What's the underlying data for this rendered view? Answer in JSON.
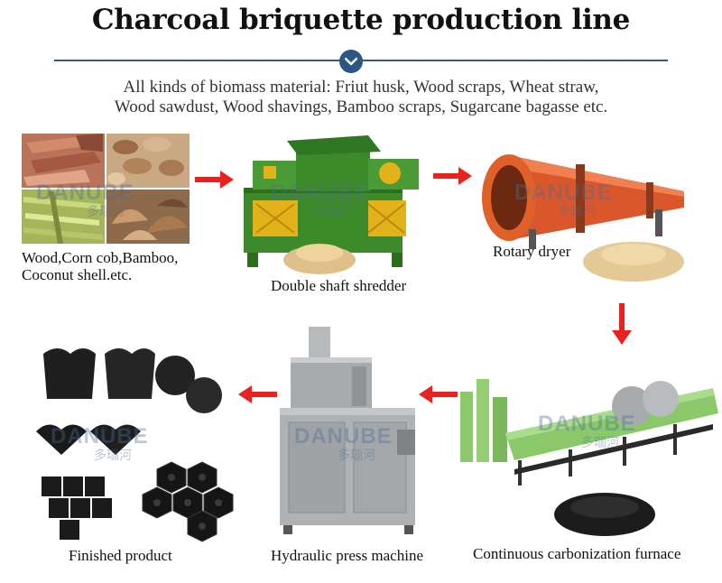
{
  "title": "Charcoal briquette production line",
  "subtitle": {
    "line1": "All kinds of biomass material: Friut husk, Wood scraps, Wheat straw,",
    "line2": "Wood sawdust, Wood shavings, Bamboo scraps, Sugarcane bagasse etc."
  },
  "steps": {
    "raw": {
      "line1": "Wood,Corn cob,Bamboo,",
      "line2": "Coconut shell.etc."
    },
    "shredder": "Double shaft shredder",
    "dryer": "Rotary dryer",
    "furnace": "Continuous carbonization furnace",
    "press": "Hydraulic press machine",
    "finished": "Finished product"
  },
  "watermark": {
    "brand": "DANUBE",
    "sub": "多瑙河"
  },
  "colors": {
    "arrow": "#e8231f",
    "rule": "#2f5c84",
    "chevron_bg": "#2a5783",
    "shredder_green": "#3c8a2a",
    "shredder_yellow": "#e3b21a",
    "dryer_orange": "#e0602a",
    "furnace_green": "#8bc86a",
    "steel": "#a7abae"
  },
  "icons": [
    "chevron-down-icon",
    "arrow-right-icon",
    "arrow-down-icon",
    "arrow-left-icon"
  ]
}
